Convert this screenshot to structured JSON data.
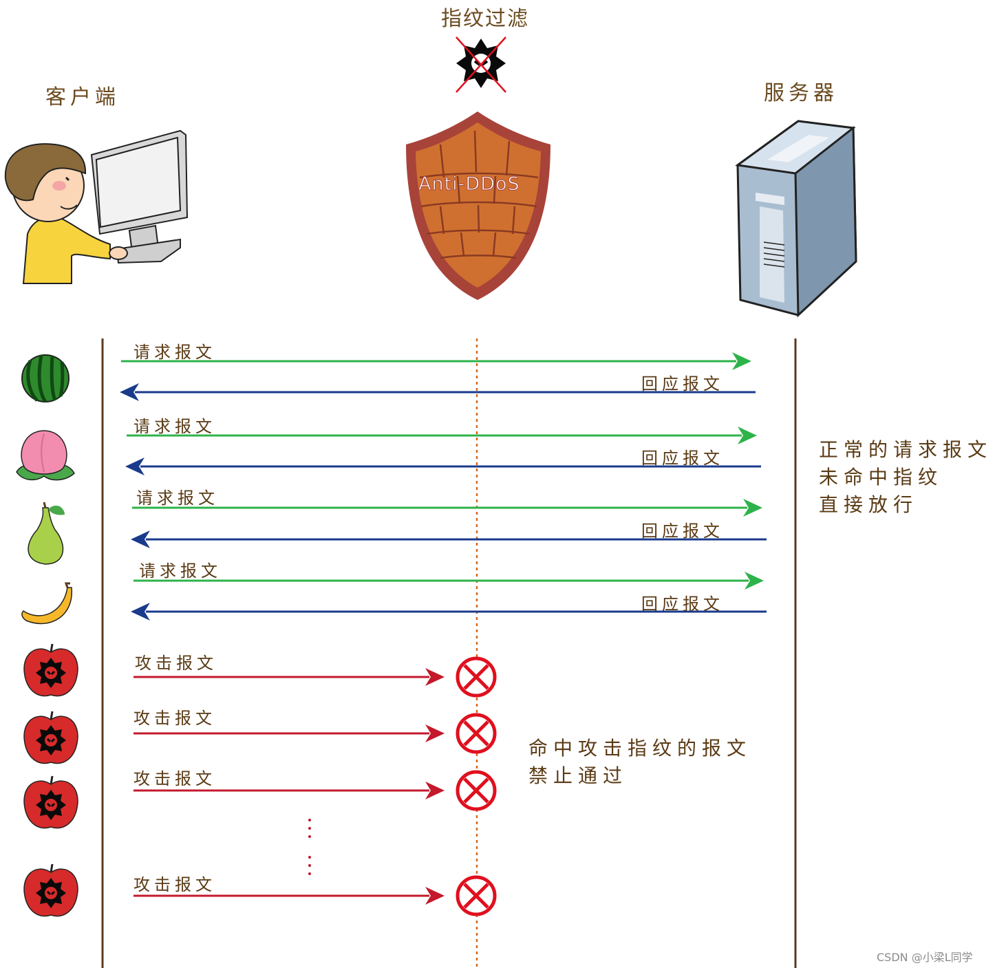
{
  "header": {
    "filter_label": "指纹过滤",
    "client_label": "客户端",
    "server_label": "服务器",
    "shield_text": "Anti-DDoS"
  },
  "messages": {
    "normal": [
      {
        "fruit": "watermelon-icon",
        "request": "请求报文",
        "response": "回应报文"
      },
      {
        "fruit": "peach-icon",
        "request": "请求报文",
        "response": "回应报文"
      },
      {
        "fruit": "pear-icon",
        "request": "请求报文",
        "response": "回应报文"
      },
      {
        "fruit": "banana-icon",
        "request": "请求报文",
        "response": "回应报文"
      }
    ],
    "attack": [
      {
        "fruit": "malicious-apple-icon",
        "label": "攻击报文"
      },
      {
        "fruit": "malicious-apple-icon",
        "label": "攻击报文"
      },
      {
        "fruit": "malicious-apple-icon",
        "label": "攻击报文"
      },
      {
        "fruit": "malicious-apple-icon",
        "label": "攻击报文"
      }
    ]
  },
  "notes": {
    "normal_line1": "正常的请求报文",
    "normal_line2": "未命中指纹",
    "normal_line3": "直接放行",
    "attack_line1": "命中攻击指纹的报文",
    "attack_line2": "禁止通过"
  },
  "watermark": "CSDN @小梁L同学",
  "colors": {
    "request_arrow": "#2db34a",
    "response_arrow": "#1a3a8c",
    "attack_arrow": "#c4182c",
    "block_mark": "#e0101e",
    "filter_line": "#d2691e",
    "lifeline": "#5a3a1e",
    "shield_outer": "#a8433a",
    "shield_inner": "#d07030"
  }
}
